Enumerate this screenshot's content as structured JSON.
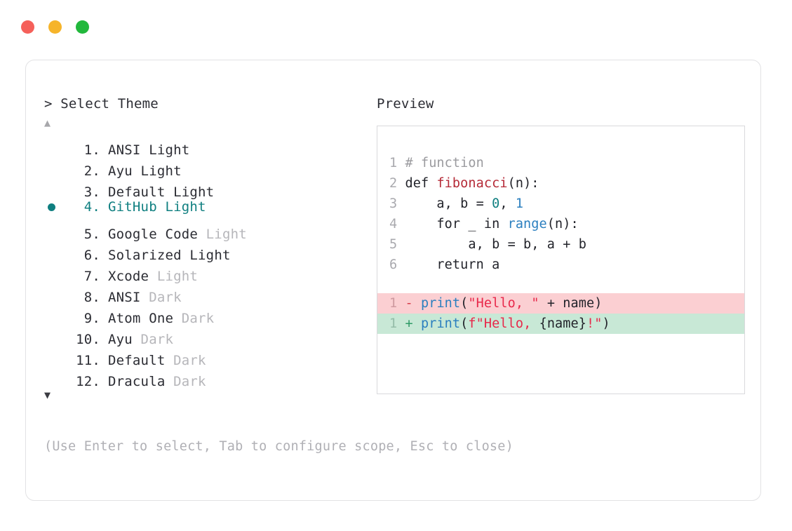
{
  "window": {
    "traffic_lights": [
      {
        "name": "close",
        "color": "#f5605a"
      },
      {
        "name": "minimize",
        "color": "#f6b42a"
      },
      {
        "name": "maximize",
        "color": "#22b83c"
      }
    ]
  },
  "left": {
    "prompt": "> Select Theme",
    "scroll_up": "▲",
    "scroll_down": "▼",
    "selected_index": 4,
    "accent_color": "#0f7f80",
    "items": [
      {
        "num": "1.",
        "name": "ANSI",
        "suffix": " Light",
        "suffix_dim": false,
        "selected": false
      },
      {
        "num": "2.",
        "name": "Ayu",
        "suffix": " Light",
        "suffix_dim": false,
        "selected": false
      },
      {
        "num": "3.",
        "name": "Default",
        "suffix": " Light",
        "suffix_dim": false,
        "selected": false
      },
      {
        "num": "4.",
        "name": "GitHub",
        "suffix": " Light",
        "suffix_dim": false,
        "selected": true
      },
      {
        "num": "5.",
        "name": "Google Code",
        "suffix": " Light",
        "suffix_dim": true,
        "selected": false
      },
      {
        "num": "6.",
        "name": "Solarized",
        "suffix": " Light",
        "suffix_dim": false,
        "selected": false
      },
      {
        "num": "7.",
        "name": "Xcode",
        "suffix": " Light",
        "suffix_dim": true,
        "selected": false
      },
      {
        "num": "8.",
        "name": "ANSI",
        "suffix": " Dark",
        "suffix_dim": true,
        "selected": false
      },
      {
        "num": "9.",
        "name": "Atom One",
        "suffix": " Dark",
        "suffix_dim": true,
        "selected": false
      },
      {
        "num": "10.",
        "name": "Ayu",
        "suffix": " Dark",
        "suffix_dim": true,
        "selected": false
      },
      {
        "num": "11.",
        "name": "Default",
        "suffix": " Dark",
        "suffix_dim": true,
        "selected": false
      },
      {
        "num": "12.",
        "name": "Dracula",
        "suffix": " Dark",
        "suffix_dim": true,
        "selected": false
      }
    ],
    "footer_hint": "(Use Enter to select, Tab to configure scope, Esc to close)"
  },
  "right": {
    "title": "Preview",
    "code": {
      "lines": [
        {
          "ln": "1",
          "tokens": [
            {
              "t": "# function",
              "c": "comment"
            }
          ]
        },
        {
          "ln": "2",
          "tokens": [
            {
              "t": "def ",
              "c": "plain"
            },
            {
              "t": "fibonacci",
              "c": "func"
            },
            {
              "t": "(n):",
              "c": "plain"
            }
          ]
        },
        {
          "ln": "3",
          "tokens": [
            {
              "t": "    a, b = ",
              "c": "plain"
            },
            {
              "t": "0",
              "c": "num-0"
            },
            {
              "t": ", ",
              "c": "plain"
            },
            {
              "t": "1",
              "c": "num-1"
            }
          ]
        },
        {
          "ln": "4",
          "tokens": [
            {
              "t": "    for _ in ",
              "c": "plain"
            },
            {
              "t": "range",
              "c": "builtin"
            },
            {
              "t": "(n):",
              "c": "plain"
            }
          ]
        },
        {
          "ln": "5",
          "tokens": [
            {
              "t": "        a, b = b, a + b",
              "c": "plain"
            }
          ]
        },
        {
          "ln": "6",
          "tokens": [
            {
              "t": "    return a",
              "c": "plain"
            }
          ]
        }
      ],
      "diff": [
        {
          "kind": "del",
          "ln": "1",
          "sign": "-",
          "bg": "#fbcfd2",
          "tokens": [
            {
              "t": "print",
              "c": "builtin"
            },
            {
              "t": "(",
              "c": "plain"
            },
            {
              "t": "\"Hello, \"",
              "c": "str"
            },
            {
              "t": " + name)",
              "c": "plain"
            }
          ]
        },
        {
          "kind": "add",
          "ln": "1",
          "sign": "+",
          "bg": "#c8e8d6",
          "tokens": [
            {
              "t": "print",
              "c": "builtin"
            },
            {
              "t": "(",
              "c": "plain"
            },
            {
              "t": "f\"Hello, ",
              "c": "str"
            },
            {
              "t": "{name}",
              "c": "plain"
            },
            {
              "t": "!\"",
              "c": "str"
            },
            {
              "t": ")",
              "c": "plain"
            }
          ]
        }
      ]
    }
  }
}
